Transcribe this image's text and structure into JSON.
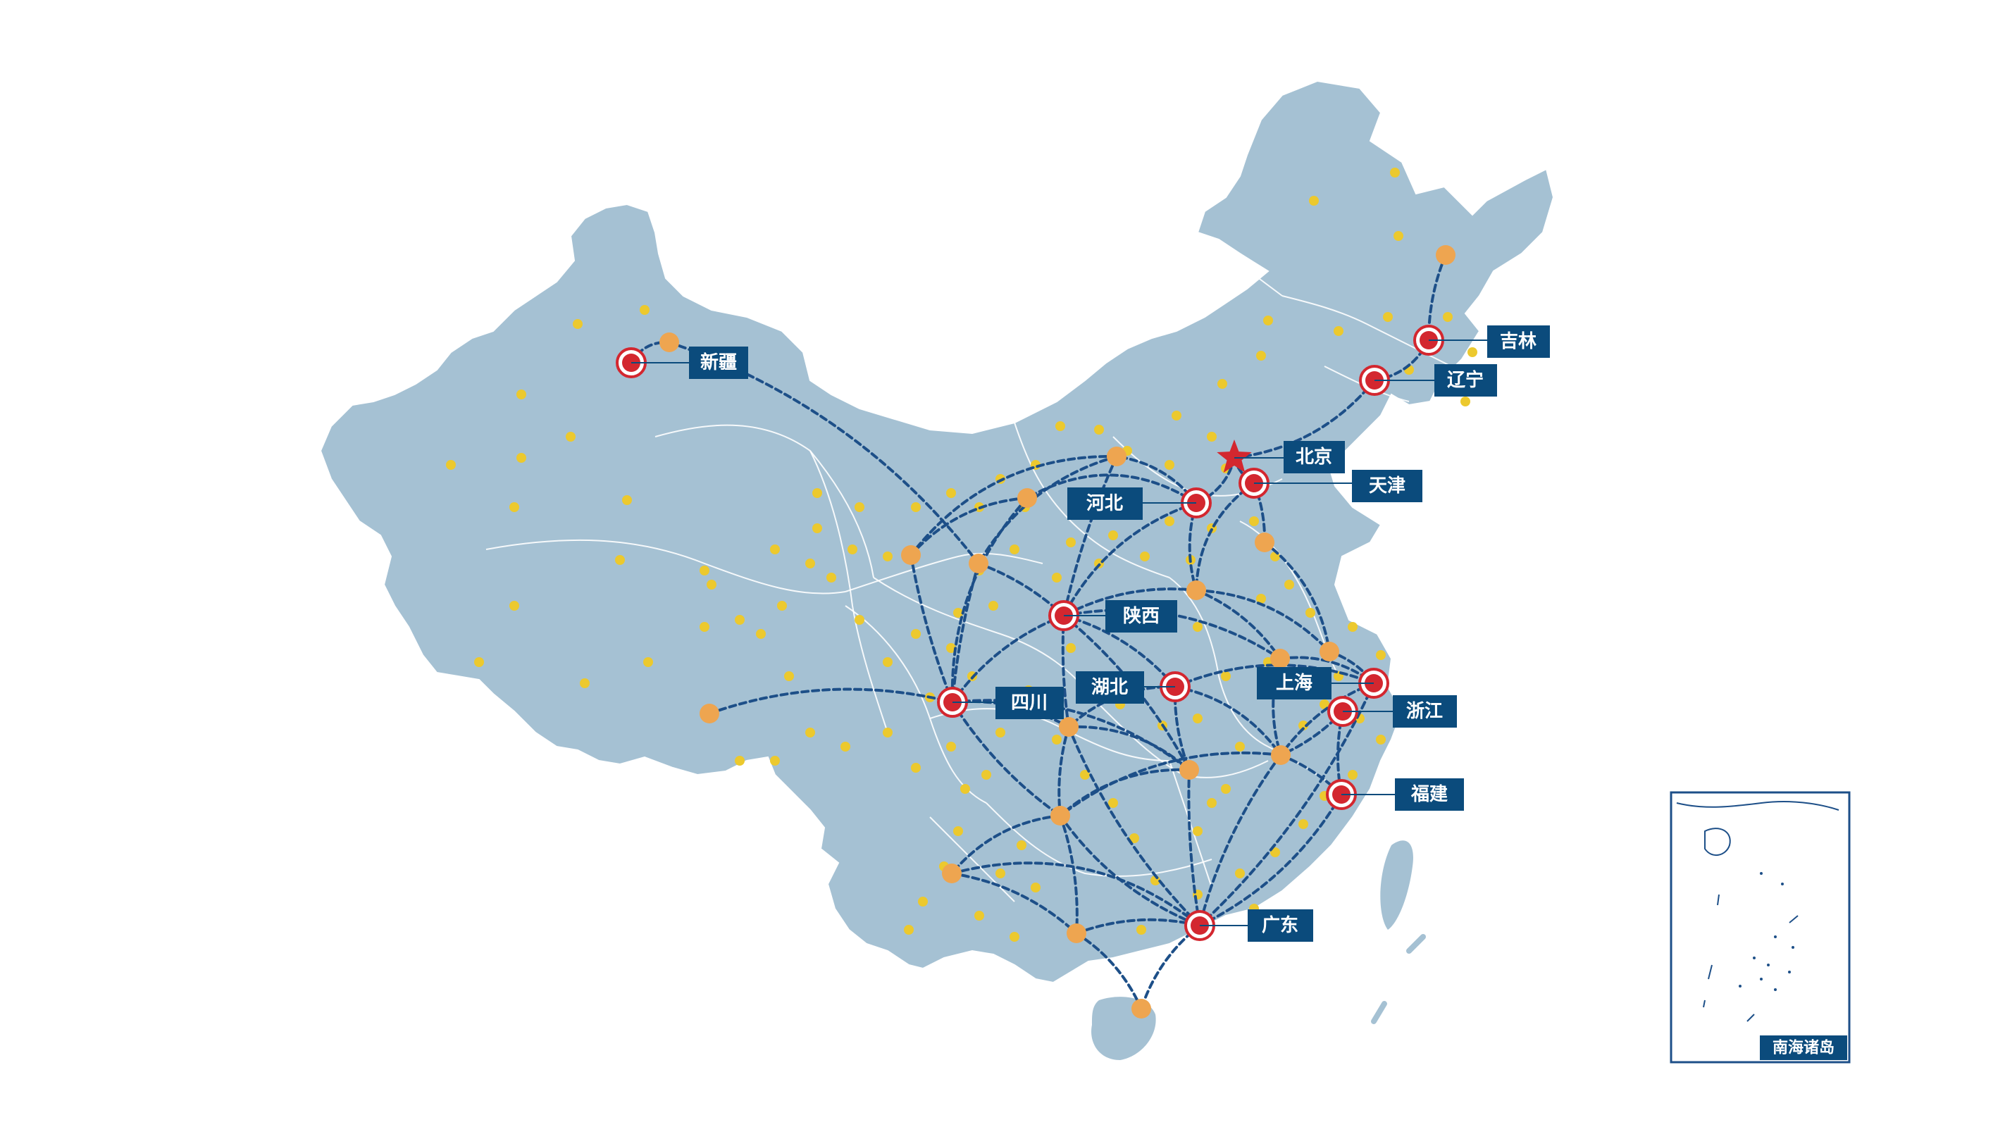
{
  "colors": {
    "land": "#a5c1d3",
    "border": "#ffffff",
    "route": "#1d4f88",
    "hub_fill": "#d3272f",
    "hub_ring": "#d3272f",
    "node_orange": "#eea550",
    "city_yellow": "#ecc92e",
    "label_bg": "#0b4b7c",
    "label_text": "#ffffff",
    "capital_star": "#d3272f",
    "inset_border": "#1d4f88"
  },
  "capital": {
    "name": "北京",
    "icon": "star-icon"
  },
  "hubs": [
    {
      "id": "xinjiang",
      "label": "新疆"
    },
    {
      "id": "jilin",
      "label": "吉林"
    },
    {
      "id": "liaoning",
      "label": "辽宁"
    },
    {
      "id": "tianjin",
      "label": "天津"
    },
    {
      "id": "hebei",
      "label": "河北"
    },
    {
      "id": "shaanxi",
      "label": "陕西"
    },
    {
      "id": "shanghai",
      "label": "上海"
    },
    {
      "id": "zhejiang",
      "label": "浙江"
    },
    {
      "id": "hubei",
      "label": "湖北"
    },
    {
      "id": "sichuan",
      "label": "四川"
    },
    {
      "id": "fujian",
      "label": "福建"
    },
    {
      "id": "guangdong",
      "label": "广东"
    }
  ],
  "inset": {
    "caption": "南海诸岛"
  }
}
